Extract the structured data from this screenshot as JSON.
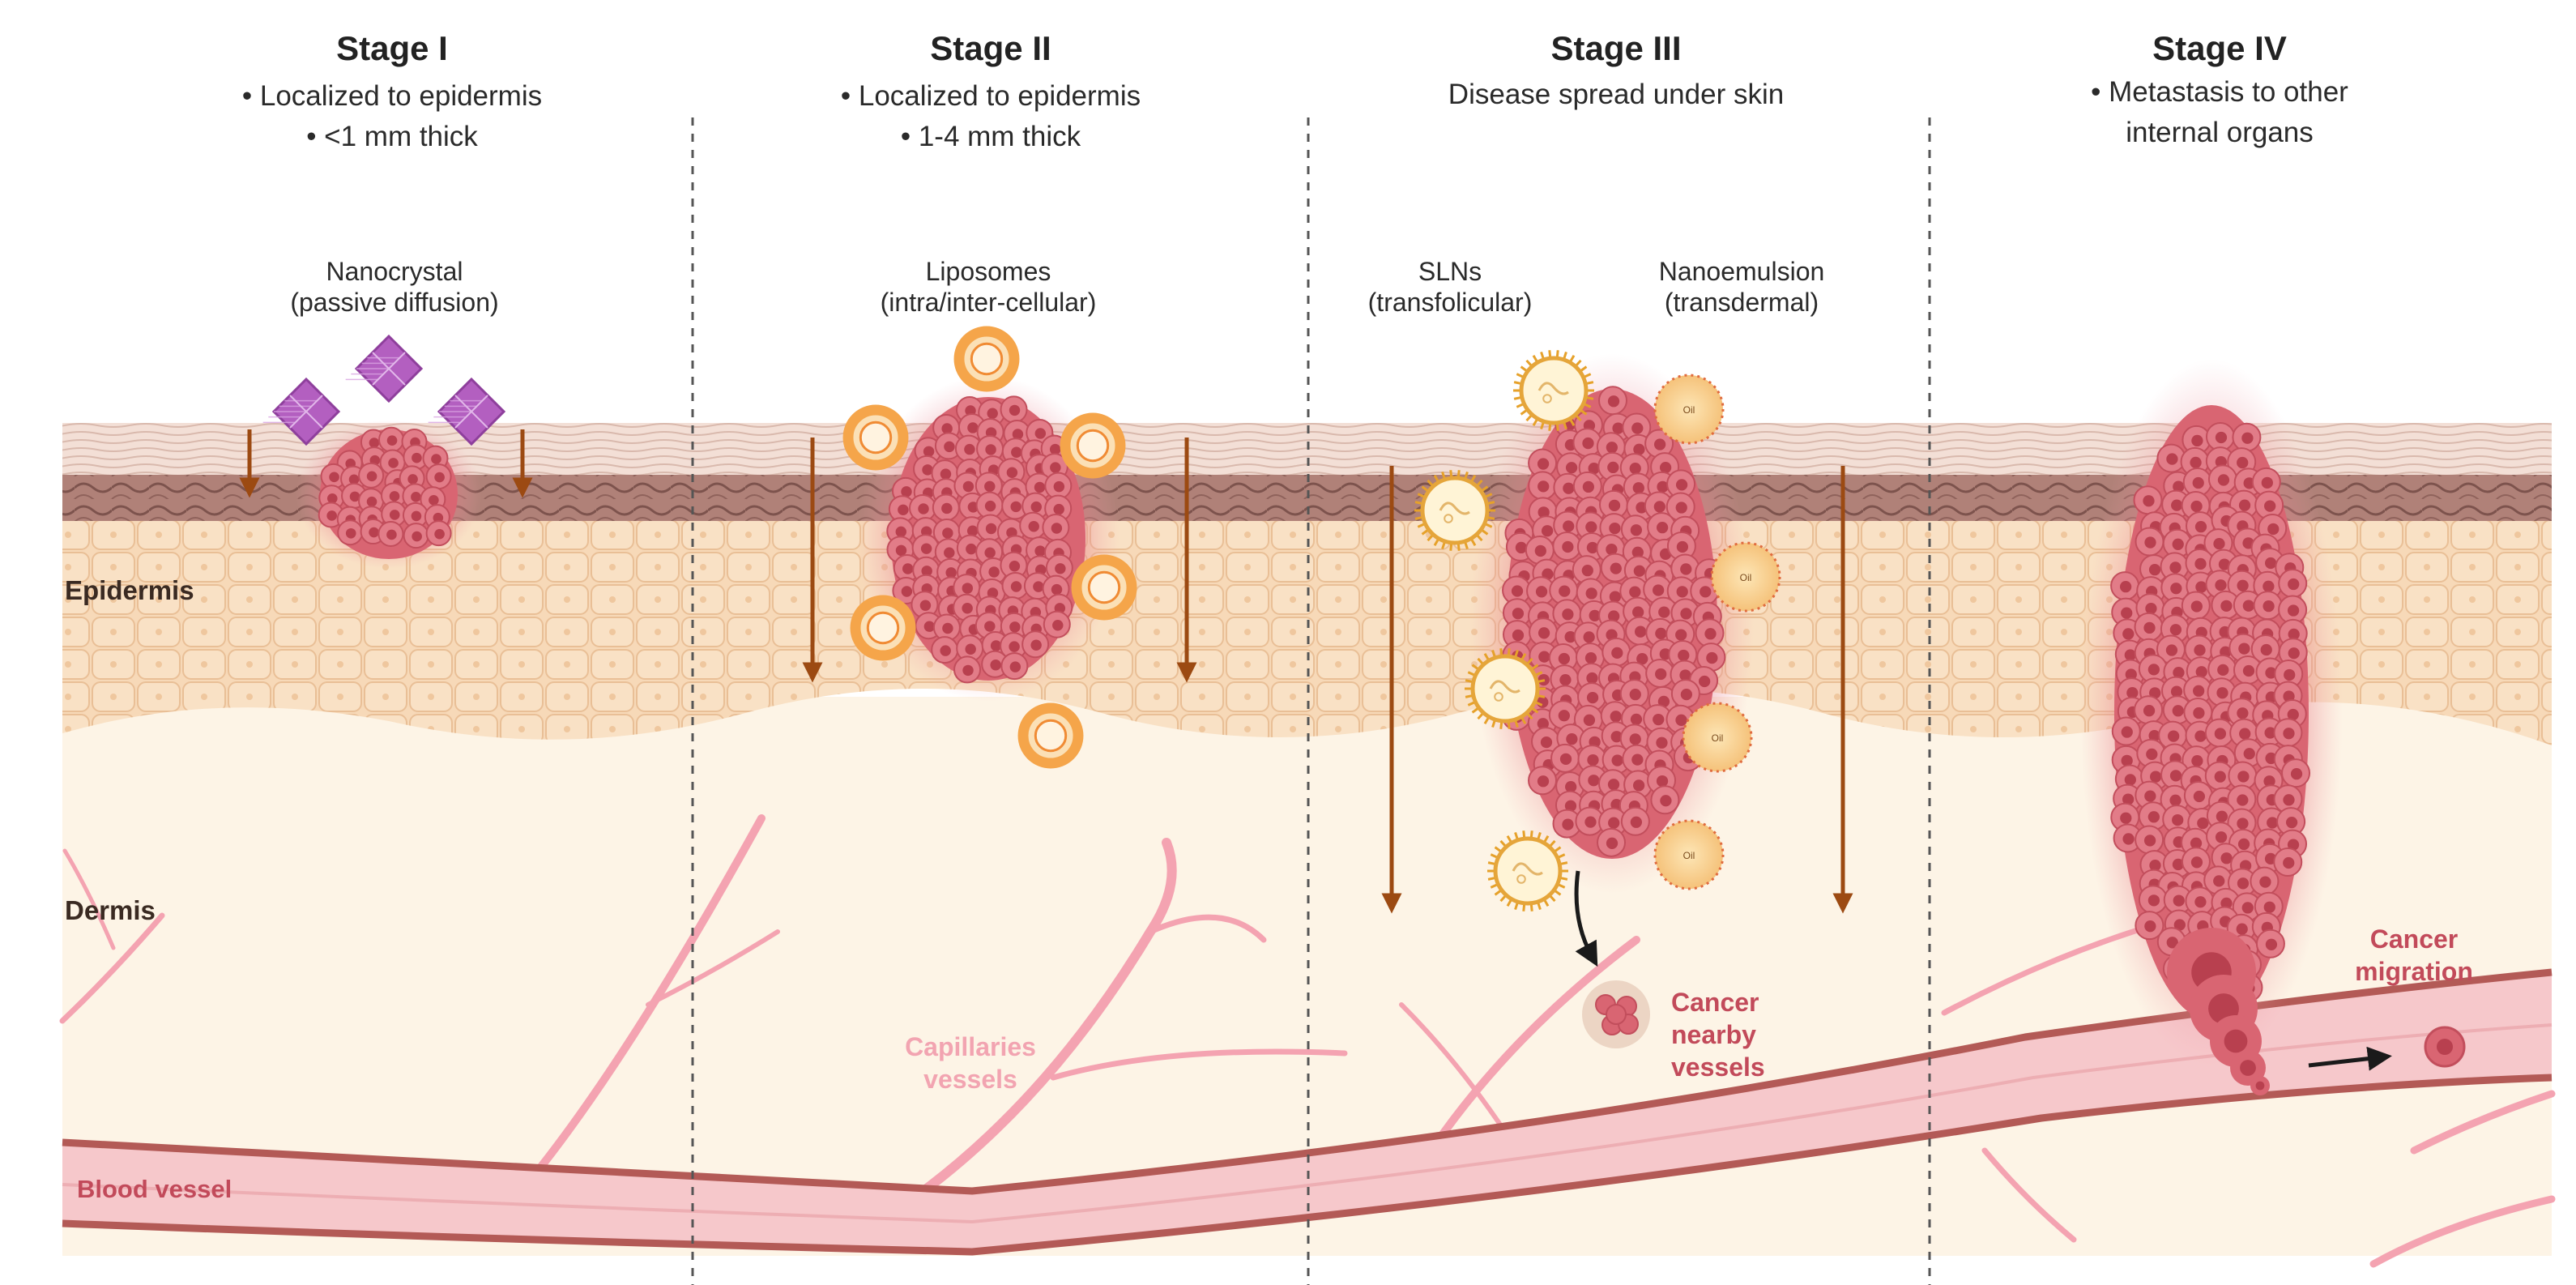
{
  "stages": [
    {
      "title": "Stage I",
      "lines": [
        "• Localized to epidermis",
        "• <1 mm thick"
      ]
    },
    {
      "title": "Stage II",
      "lines": [
        "• Localized to epidermis",
        "• 1-4 mm thick"
      ]
    },
    {
      "title": "Stage III",
      "lines": [
        "Disease spread under skin"
      ]
    },
    {
      "title": "Stage IV",
      "lines": [
        "• Metastasis to other",
        "internal organs"
      ]
    }
  ],
  "carriers": {
    "nanocrystal": {
      "name": "Nanocrystal",
      "route": "(passive diffusion)",
      "icon": "nanocrystal-diamond-icon"
    },
    "liposomes": {
      "name": "Liposomes",
      "route": "(intra/inter-cellular)",
      "icon": "liposome-ring-icon"
    },
    "slns": {
      "name": "SLNs",
      "route": "(transfolicular)",
      "icon": "sln-spiky-icon"
    },
    "nanoemulsion": {
      "name": "Nanoemulsion",
      "route": "(transdermal)",
      "icon": "nanoemulsion-droplet-icon",
      "droplet_text": "Oil"
    }
  },
  "layers": {
    "epidermis": "Epidermis",
    "dermis": "Dermis",
    "blood_vessel": "Blood vessel"
  },
  "annotations": {
    "capillaries": [
      "Capillaries",
      "vessels"
    ],
    "cancer_nearby": [
      "Cancer",
      "nearby",
      "vessels"
    ],
    "cancer_migration": [
      "Cancer",
      "migration"
    ]
  },
  "colors": {
    "tumor": "#d96572",
    "tumor_cell": "#b8404f",
    "epidermis": "#f6d7b5",
    "dermis": "#fdf4e6",
    "stratum": "#9a6a62",
    "vessel": "#efb1b6",
    "vessel_border": "#b35a56",
    "capillary": "#f4a3b1",
    "arrow": "#9c4a12",
    "label_red": "#c24a5a",
    "liposome": "#f5a54a",
    "nanocrystal": "#b35fc0"
  }
}
